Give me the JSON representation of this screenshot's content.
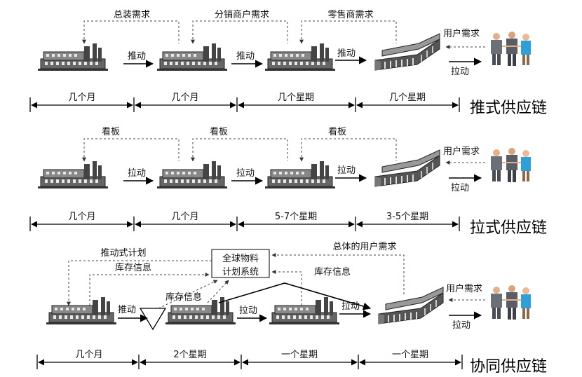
{
  "push": {
    "title": "推式供应链",
    "feedback": [
      "总装需求",
      "分销商户需求",
      "零售商需求"
    ],
    "flows": [
      "推动",
      "推动",
      "推动",
      "拉动"
    ],
    "user_demand": "用户需求",
    "durations": [
      "几个月",
      "几个月",
      "几个星期",
      "几个星期"
    ]
  },
  "pull": {
    "title": "拉式供应链",
    "feedback": [
      "看板",
      "看板",
      "看板"
    ],
    "flows": [
      "拉动",
      "拉动",
      "拉动",
      "拉动"
    ],
    "user_demand": "用户需求",
    "durations": [
      "几个月",
      "几个月",
      "5-7个星期",
      "3-5个星期"
    ]
  },
  "collab": {
    "title": "协同供应链",
    "center_box": [
      "全球物料",
      "计划系统"
    ],
    "push_plan": "推动式计划",
    "inventory_info": [
      "库存信息",
      "库存信息",
      "库存信息"
    ],
    "total_demand": "总体的用户需求",
    "flows": [
      "推动",
      "拉动",
      "拉动",
      "拉动"
    ],
    "user_demand": "用户需求",
    "durations": [
      "几个月",
      "2个星期",
      "一个星期",
      "一个星期"
    ]
  },
  "icons": [
    "factory-icon",
    "warehouse-icon",
    "business-people-icon",
    "triangle-inventory-icon"
  ],
  "colors": {
    "factory": "#555555",
    "line": "#000000",
    "people_shirt": "#2f9fd8"
  }
}
